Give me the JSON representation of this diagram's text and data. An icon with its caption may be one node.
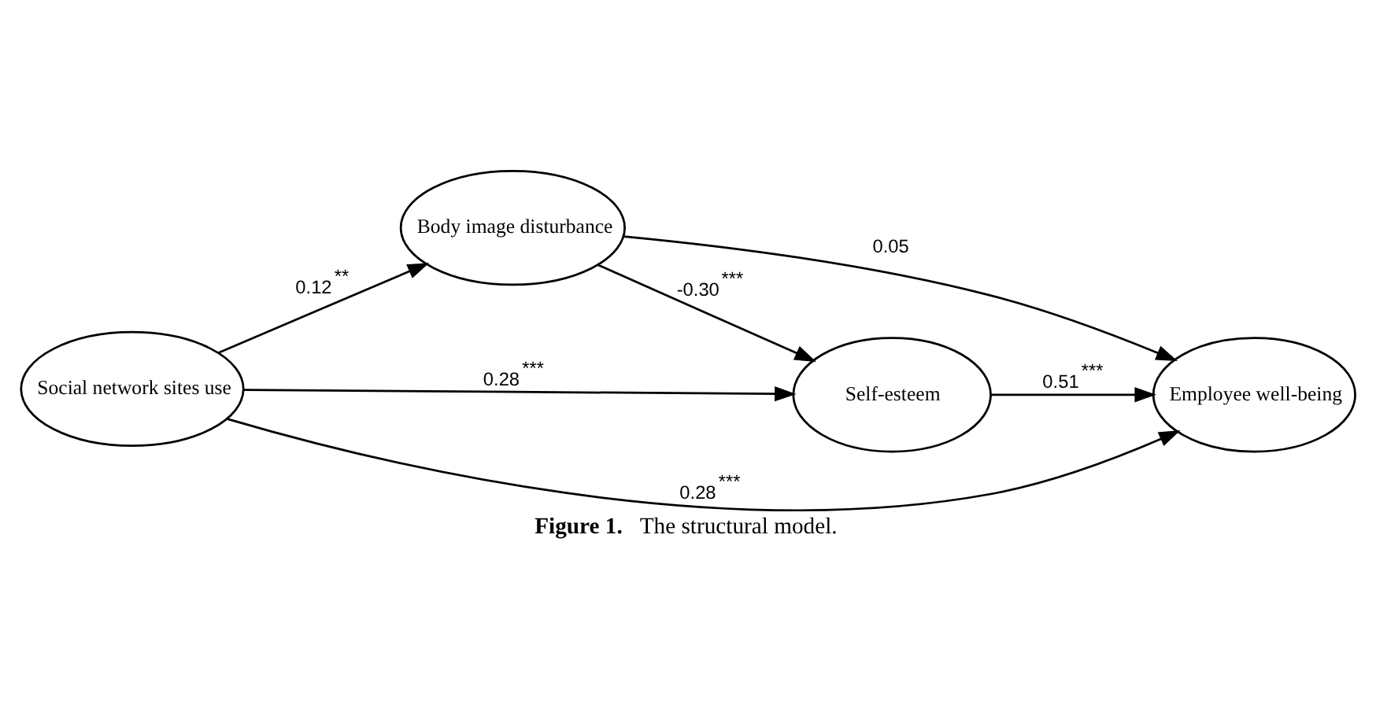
{
  "diagram": {
    "caption": "**Figure 1.**    The structural model.",
    "nodes": [
      {
        "text": [
          "Body image disturbance"
        ]
      },
      {
        "text": [
          "Self-esteem"
        ]
      },
      {
        "text": [
          "Social network sites use"
        ]
      },
      {
        "text": [
          "Employee well-being"
        ]
      }
    ],
    "edges": [
      {
        "from": 2,
        "to": 0,
        "arrow": "to",
        "label": "0.12$^{**}$"
      },
      {
        "from": 0,
        "to": 1,
        "arrow": "to",
        "label": "-0.30$^{***}$"
      },
      {
        "from": 1,
        "to": 3,
        "arrow": "to",
        "label": "0.51$^{***}$"
      },
      {
        "from": 2,
        "to": 1,
        "arrow": "to",
        "label": "0.28$^{***}$"
      },
      {
        "from": 0,
        "to": 3,
        "arrow": "to",
        "label": "0.05"
      },
      {
        "from": 2,
        "to": 3,
        "arrow": "to",
        "label": "0.28$^{***}$"
      }
    ]
  }
}
